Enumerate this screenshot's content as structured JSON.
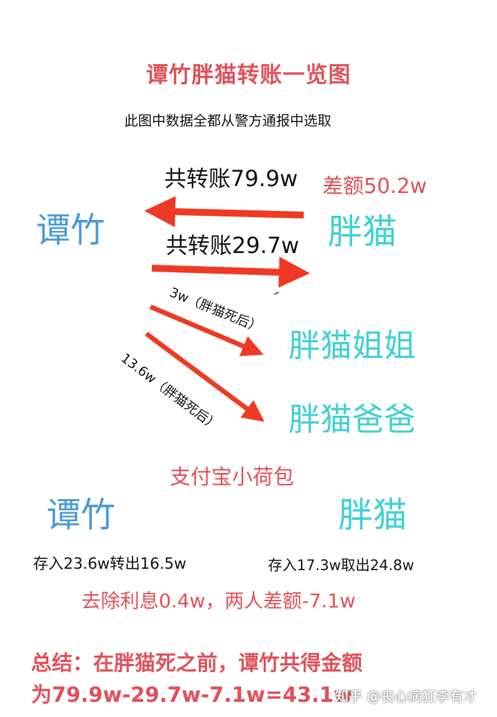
{
  "title": "谭竹胖猫转账一览图",
  "subtitle": "此图中数据全都从警方通报中选取",
  "top": {
    "left_name": "谭竹",
    "right_name": "胖猫",
    "transfer_to_tanzhu": "共转账79.9w",
    "transfer_to_pangmao": "共转账29.7w",
    "difference": "差额50.2w",
    "to_sister_amount": "3w（胖猫死后）",
    "to_father_amount": "13.6w（胖猫死后）",
    "sister": "胖猫姐姐",
    "father": "胖猫爸爸"
  },
  "alipay": {
    "heading": "支付宝小荷包",
    "left_name": "谭竹",
    "right_name": "胖猫",
    "left_detail": "存入23.6w转出16.5w",
    "right_detail": "存入17.3w取出24.8w",
    "interest_note": "去除利息0.4w，两人差额-7.1w"
  },
  "summary": {
    "line1": "总结：在胖猫死之前，谭竹共得金额",
    "line2": "为79.9w-29.7w-7.1w=43.1w"
  },
  "watermark": "知乎 @丧心病狂李有才",
  "colors": {
    "title_red": "#e0505a",
    "name_blue": "#4a9ad8",
    "name_cyan": "#3fd0d4",
    "arrow_red": "#ee3a24"
  }
}
